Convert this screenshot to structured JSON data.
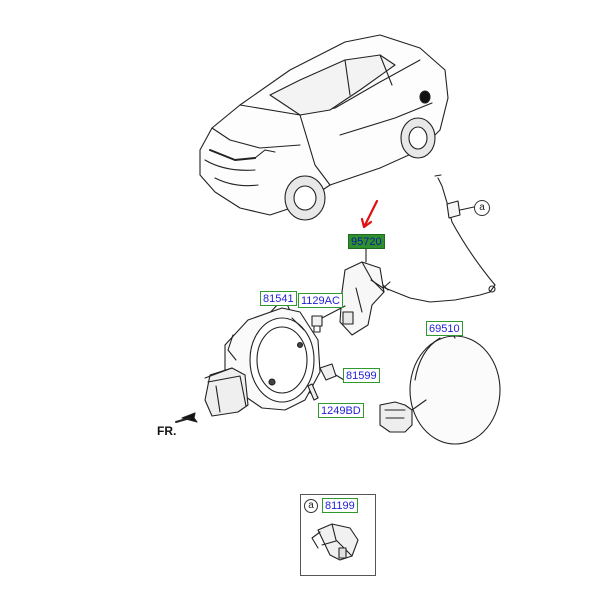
{
  "labels": {
    "part_95720": "95720",
    "part_81541": "81541",
    "part_1129AC": "1129AC",
    "part_81599": "81599",
    "part_1249BD": "1249BD",
    "part_69510": "69510",
    "part_81199": "81199"
  },
  "ref_callouts": {
    "cable_ref": "a",
    "inset_ref": "a"
  },
  "direction": {
    "front": "FR."
  },
  "colors": {
    "label_border": "#2e9a2e",
    "label_text": "#1f1fd6",
    "highlight_fill": "#2f8f2f",
    "pointer_arrow": "#e01010"
  }
}
